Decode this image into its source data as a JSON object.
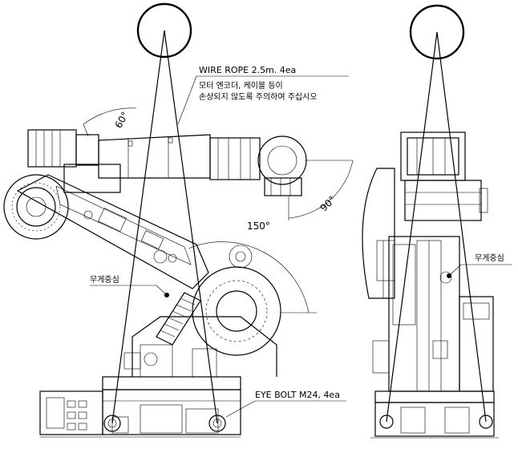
{
  "annotations": {
    "wire_rope": "WIRE ROPE 2.5m. 4ea",
    "caution_line1": "모터 엔코더, 케이블 등이",
    "caution_line2": "손상되지 않도록 주의하여 주십시오",
    "angle_rope": "60°",
    "angle_wrist": "90°",
    "angle_arm": "150°",
    "cog_left": "무게중심",
    "cog_right": "무게중심",
    "eye_bolt": "EYE BOLT M24, 4ea"
  },
  "colors": {
    "line": "#000000",
    "background": "#ffffff"
  }
}
